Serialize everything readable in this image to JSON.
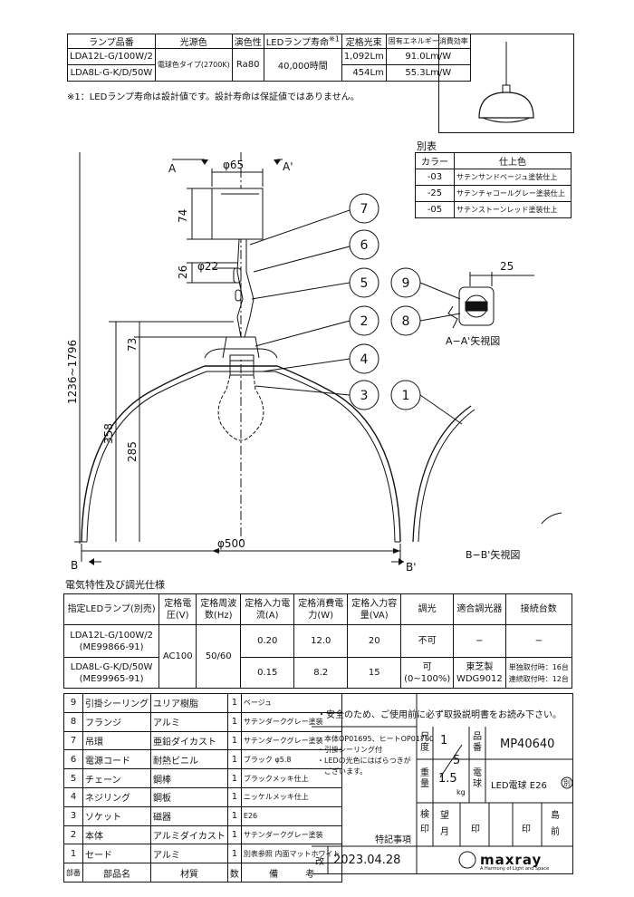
{
  "lamp_table": {
    "headers": [
      "ランプ品番",
      "光源色",
      "演色性",
      "LEDランプ寿命",
      "定格光束",
      "固有エネルギー消費効率"
    ],
    "header_note": "※1",
    "rows": [
      {
        "model": "LDA12L-G/100W/2",
        "color": "電球色タイプ(2700K)",
        "cri": "Ra80",
        "life": "40,000時間",
        "lumen": "1,092Lm",
        "eff": "91.0Lm/W"
      },
      {
        "model": "LDA8L-G-K/D/50W",
        "color": "",
        "cri": "",
        "life": "",
        "lumen": "454Lm",
        "eff": "55.3Lm/W"
      }
    ],
    "note": "※1：LEDランプ寿命は設計値です。設計寿命は保証値ではありません。"
  },
  "variants": {
    "title": "別表",
    "header": [
      "カラー",
      "仕上色"
    ],
    "rows": [
      {
        "code": "-03",
        "finish": "サテンサンドベージュ塗装仕上"
      },
      {
        "code": "-25",
        "finish": "サテンチャコールグレー塗装仕上"
      },
      {
        "code": "-05",
        "finish": "サテンストーンレッド塗装仕上"
      }
    ]
  },
  "drawing": {
    "section_a_left": "A",
    "section_a_right": "A'",
    "section_b_left": "B",
    "section_b_right": "B'",
    "dim_65": "φ65",
    "dim_74": "74",
    "dim_26": "26",
    "dim_22": "φ22",
    "dim_73": "73",
    "dim_358": "358",
    "dim_285": "285",
    "dim_1236": "1236~1796",
    "dim_500": "φ500",
    "dim_25": "25",
    "view_aa": "A−A'矢視図",
    "view_bb": "B−B'矢視図",
    "balloons": [
      "7",
      "6",
      "5",
      "2",
      "4",
      "3",
      "1",
      "9",
      "8"
    ]
  },
  "electrical": {
    "title": "電気特性及び調光仕様",
    "headers": [
      "指定LEDランプ(別売)",
      "定格電圧(V)",
      "定格周波数(Hz)",
      "定格入力電流(A)",
      "定格消費電力(W)",
      "定格入力容量(VA)",
      "調光",
      "適合調光器",
      "接続台数"
    ],
    "voltage": "AC100",
    "freq": "50/60",
    "rows": [
      {
        "lamp1": "LDA12L-G/100W/2",
        "lamp2": "(ME99866-91)",
        "current": "0.20",
        "power": "12.0",
        "va": "20",
        "dim": "不可",
        "dim2": "",
        "dimmer": "−",
        "dimmer2": "",
        "count": "−",
        "count2": ""
      },
      {
        "lamp1": "LDA8L-G-K/D/50W",
        "lamp2": "(ME99965-91)",
        "current": "0.15",
        "power": "8.2",
        "va": "15",
        "dim": "可",
        "dim2": "(0~100%)",
        "dimmer": "東芝製",
        "dimmer2": "WDG9012",
        "count": "単独取付時：16台",
        "count2": "連続取付時：12台"
      }
    ]
  },
  "parts": {
    "rows": [
      {
        "no": "9",
        "name": "引掛シーリング",
        "material": "ユリア樹脂",
        "qty": "1",
        "note": "ベージュ"
      },
      {
        "no": "8",
        "name": "フランジ",
        "material": "アルミ",
        "qty": "1",
        "note": "サテンダークグレー塗装"
      },
      {
        "no": "7",
        "name": "吊環",
        "material": "亜鉛ダイカスト",
        "qty": "1",
        "note": "サテンダークグレー塗装"
      },
      {
        "no": "6",
        "name": "電源コード",
        "material": "耐熱ビニル",
        "qty": "1",
        "note": "ブラック φ5.8"
      },
      {
        "no": "5",
        "name": "チェーン",
        "material": "鋼棒",
        "qty": "1",
        "note": "ブラックメッキ仕上"
      },
      {
        "no": "4",
        "name": "ネジリング",
        "material": "鋼板",
        "qty": "1",
        "note": "ニッケルメッキ仕上"
      },
      {
        "no": "3",
        "name": "ソケット",
        "material": "磁器",
        "qty": "1",
        "note": "E26"
      },
      {
        "no": "2",
        "name": "本体",
        "material": "アルミダイカスト",
        "qty": "1",
        "note": "サテンダークグレー塗装"
      },
      {
        "no": "1",
        "name": "セード",
        "material": "アルミ",
        "qty": "1",
        "note": "別表参照 内面マットホワイト"
      }
    ],
    "footer": [
      "部番",
      "部品名",
      "材質",
      "数",
      "備",
      "考"
    ]
  },
  "title_block": {
    "safety": "・安全のため、ご使用前に必ず取扱説明書をお読み下さい。",
    "notes": [
      "・本体OP01695、ヒートOP01700",
      "・引掛シーリング付",
      "・LEDの光色にはばらつきが",
      "　ございます。"
    ],
    "special": "特記事項",
    "rev": "改",
    "date": "2023.04.28",
    "scale_label": "尺度",
    "scale_num": "1",
    "scale_den": "5",
    "part_label": "品番",
    "part_no": "MP40640",
    "weight_label": "重量",
    "weight": "1.5",
    "weight_unit": "kg",
    "lamp_label": "電球",
    "lamp": "LED電球 E26",
    "lamp_mark": "別",
    "check_label": "検印",
    "nozomi": "望月",
    "in1": "印",
    "in2": "印",
    "shima": "島前",
    "brand": "maxray",
    "tagline": "A Harmony of Light and Space"
  }
}
